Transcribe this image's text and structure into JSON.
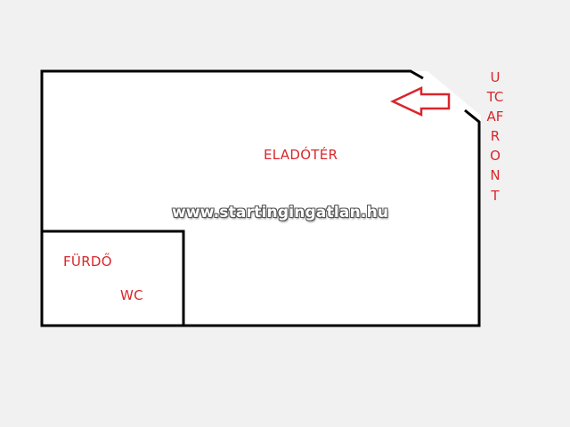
{
  "rooms": {
    "sales_floor": "ELADÓTÉR",
    "bathroom": "FÜRDŐ",
    "wc": "WC"
  },
  "street_front": "UTCAFRONT",
  "watermark": "www.startingingatlan.hu",
  "colors": {
    "label_red": "#d9262b",
    "wall": "#000000",
    "background": "#f1f1f1",
    "arrow": "#d9262b"
  },
  "icons": {
    "entrance": "arrow-left-icon"
  }
}
